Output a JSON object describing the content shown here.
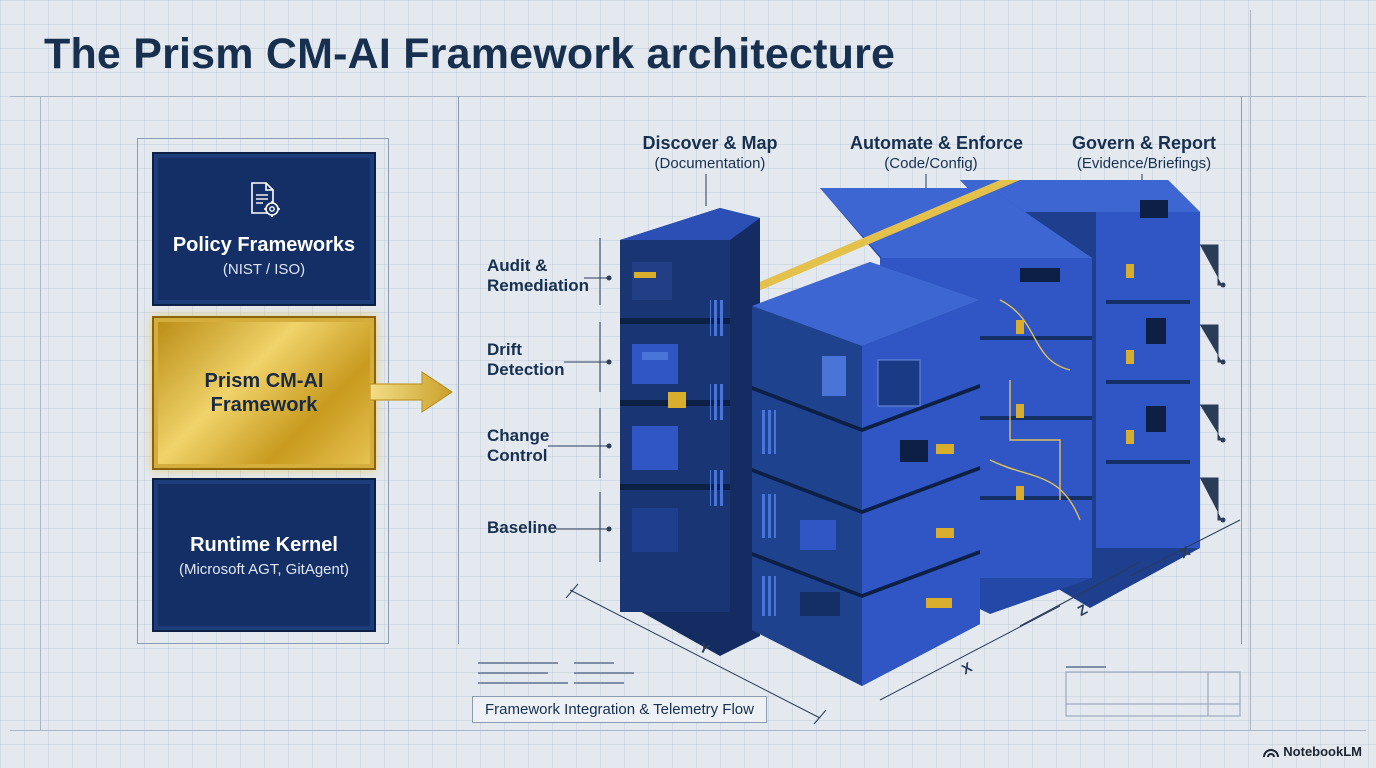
{
  "title": "The Prism CM-AI Framework architecture",
  "stack": {
    "policy": {
      "title": "Policy Frameworks",
      "subtitle": "(NIST / ISO)",
      "icon": "document-gear-icon"
    },
    "prism": {
      "title_line1": "Prism CM-AI",
      "title_line2": "Framework"
    },
    "runtime": {
      "title": "Runtime Kernel",
      "subtitle": "(Microsoft AGT, GitAgent)"
    }
  },
  "columns": [
    {
      "title": "Discover & Map",
      "subtitle": "(Documentation)"
    },
    {
      "title": "Automate & Enforce",
      "subtitle": "(Code/Config)"
    },
    {
      "title": "Govern & Report",
      "subtitle": "(Evidence/Briefings)"
    }
  ],
  "rows": [
    {
      "line1": "Audit &",
      "line2": "Remediation"
    },
    {
      "line1": "Drift",
      "line2": "Detection"
    },
    {
      "line1": "Change",
      "line2": "Control"
    },
    {
      "line1": "Baseline",
      "line2": ""
    }
  ],
  "axes": {
    "y": "Y",
    "x": "X",
    "z": "Z"
  },
  "caption": "Framework Integration & Telemetry Flow",
  "brand": "NotebookLM",
  "colors": {
    "navy": "#142f65",
    "blue": "#2f56c4",
    "gold": "#d8ae2c",
    "ink": "#17304f"
  }
}
